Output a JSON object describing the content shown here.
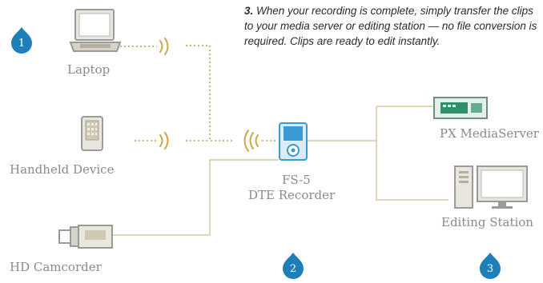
{
  "instruction": {
    "number": "3.",
    "text": "When your recording is complete, simply transfer the clips to your media server or editing station — no file conversion is required. Clips are ready to edit instantly."
  },
  "devices": {
    "laptop": "Laptop",
    "handheld": "Handheld Device",
    "camcorder": "HD Camcorder",
    "recorder_line1": "FS-5",
    "recorder_line2": "DTE Recorder",
    "mediaserver": "PX MediaServer",
    "editing": "Editing Station"
  },
  "steps": [
    "1",
    "2",
    "3"
  ],
  "colors": {
    "badge_blue": "#1f7fb8",
    "link_line": "#c9b77a",
    "device_gray": "#9a9a9a",
    "recorder_blue": "#3a9ad6",
    "server_green": "#2f8f6a"
  }
}
